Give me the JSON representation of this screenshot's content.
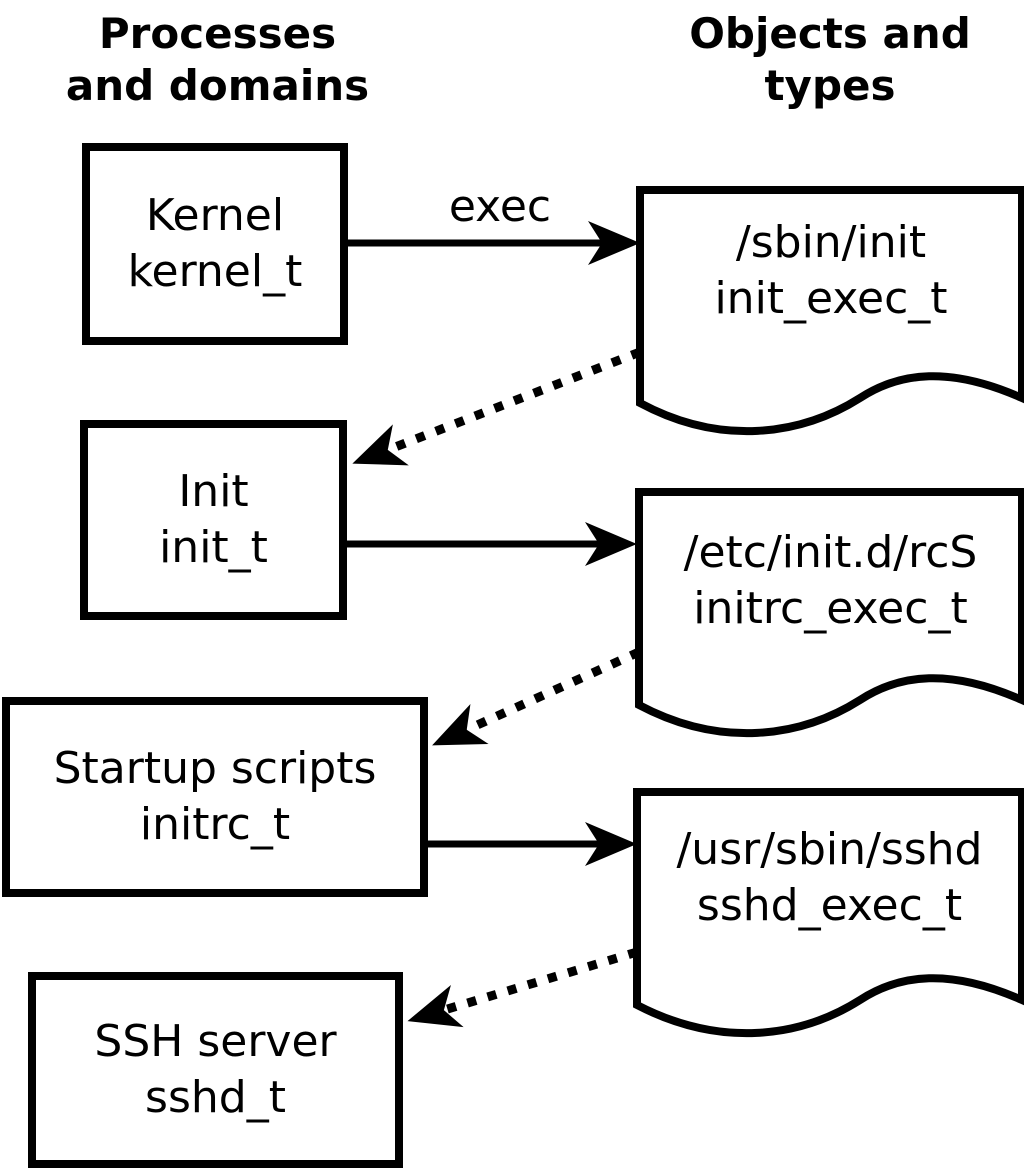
{
  "diagram": {
    "title_left": {
      "line1": "Processes",
      "line2": "and domains"
    },
    "title_right": {
      "line1": "Objects and",
      "line2": "types"
    },
    "processes": [
      {
        "label": "Kernel",
        "type": "kernel_t"
      },
      {
        "label": "Init",
        "type": "init_t"
      },
      {
        "label": "Startup scripts",
        "type": "initrc_t"
      },
      {
        "label": "SSH server",
        "type": "sshd_t"
      }
    ],
    "objects": [
      {
        "path": "/sbin/init",
        "type": "init_exec_t"
      },
      {
        "path": "/etc/init.d/rcS",
        "type": "initrc_exec_t"
      },
      {
        "path": "/usr/sbin/sshd",
        "type": "sshd_exec_t"
      }
    ],
    "arrow_label": "exec",
    "colors": {
      "stroke": "#000000",
      "background": "#ffffff"
    }
  }
}
